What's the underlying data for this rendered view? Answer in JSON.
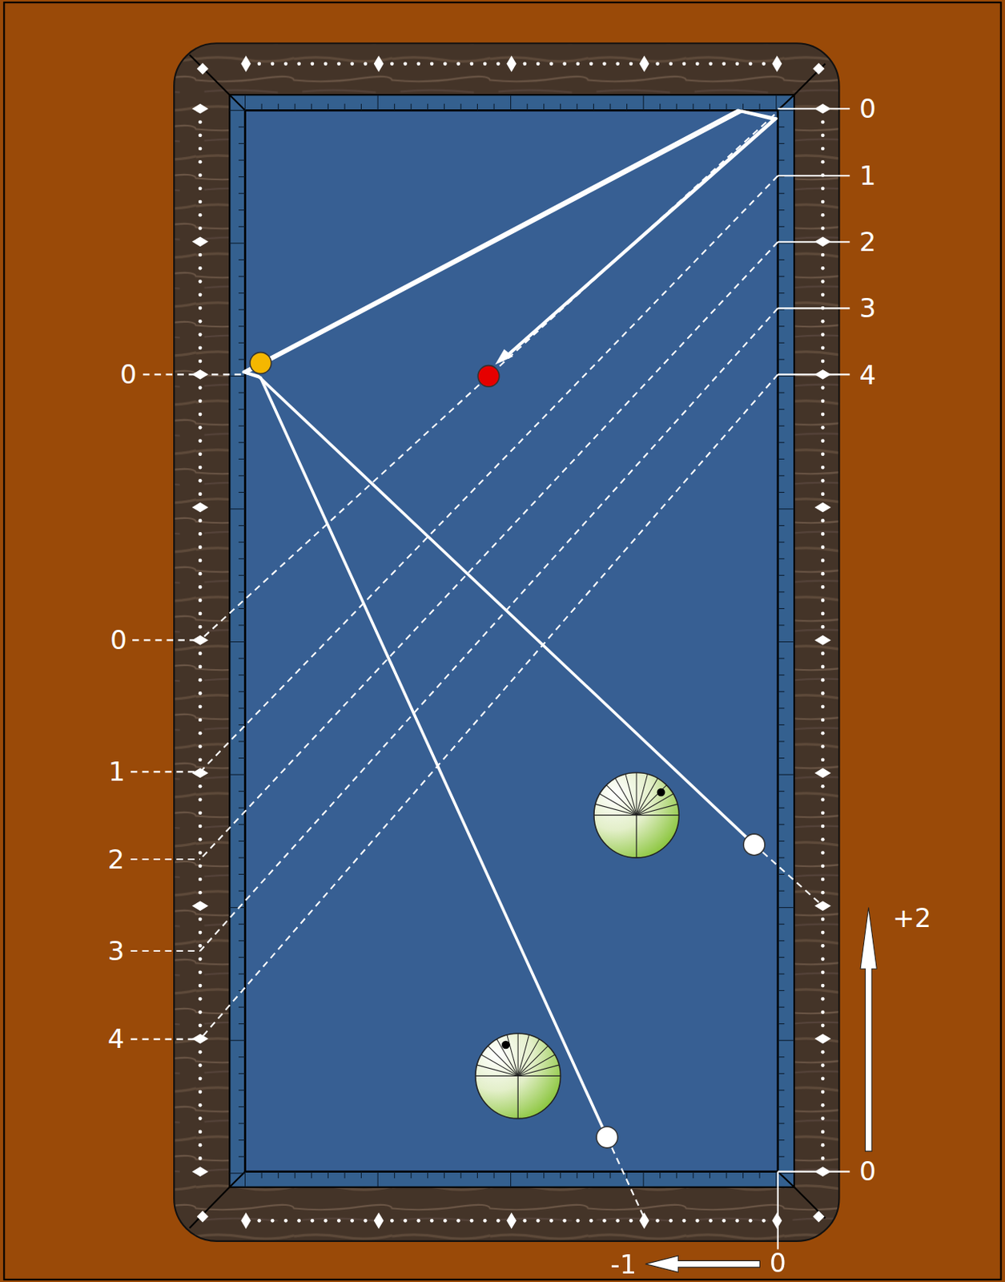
{
  "diagram": {
    "labels": [
      "0",
      "1",
      "2",
      "3",
      "4",
      "0",
      "0",
      "1",
      "2",
      "3",
      "4",
      "+2",
      "0",
      "-1",
      "0"
    ]
  }
}
